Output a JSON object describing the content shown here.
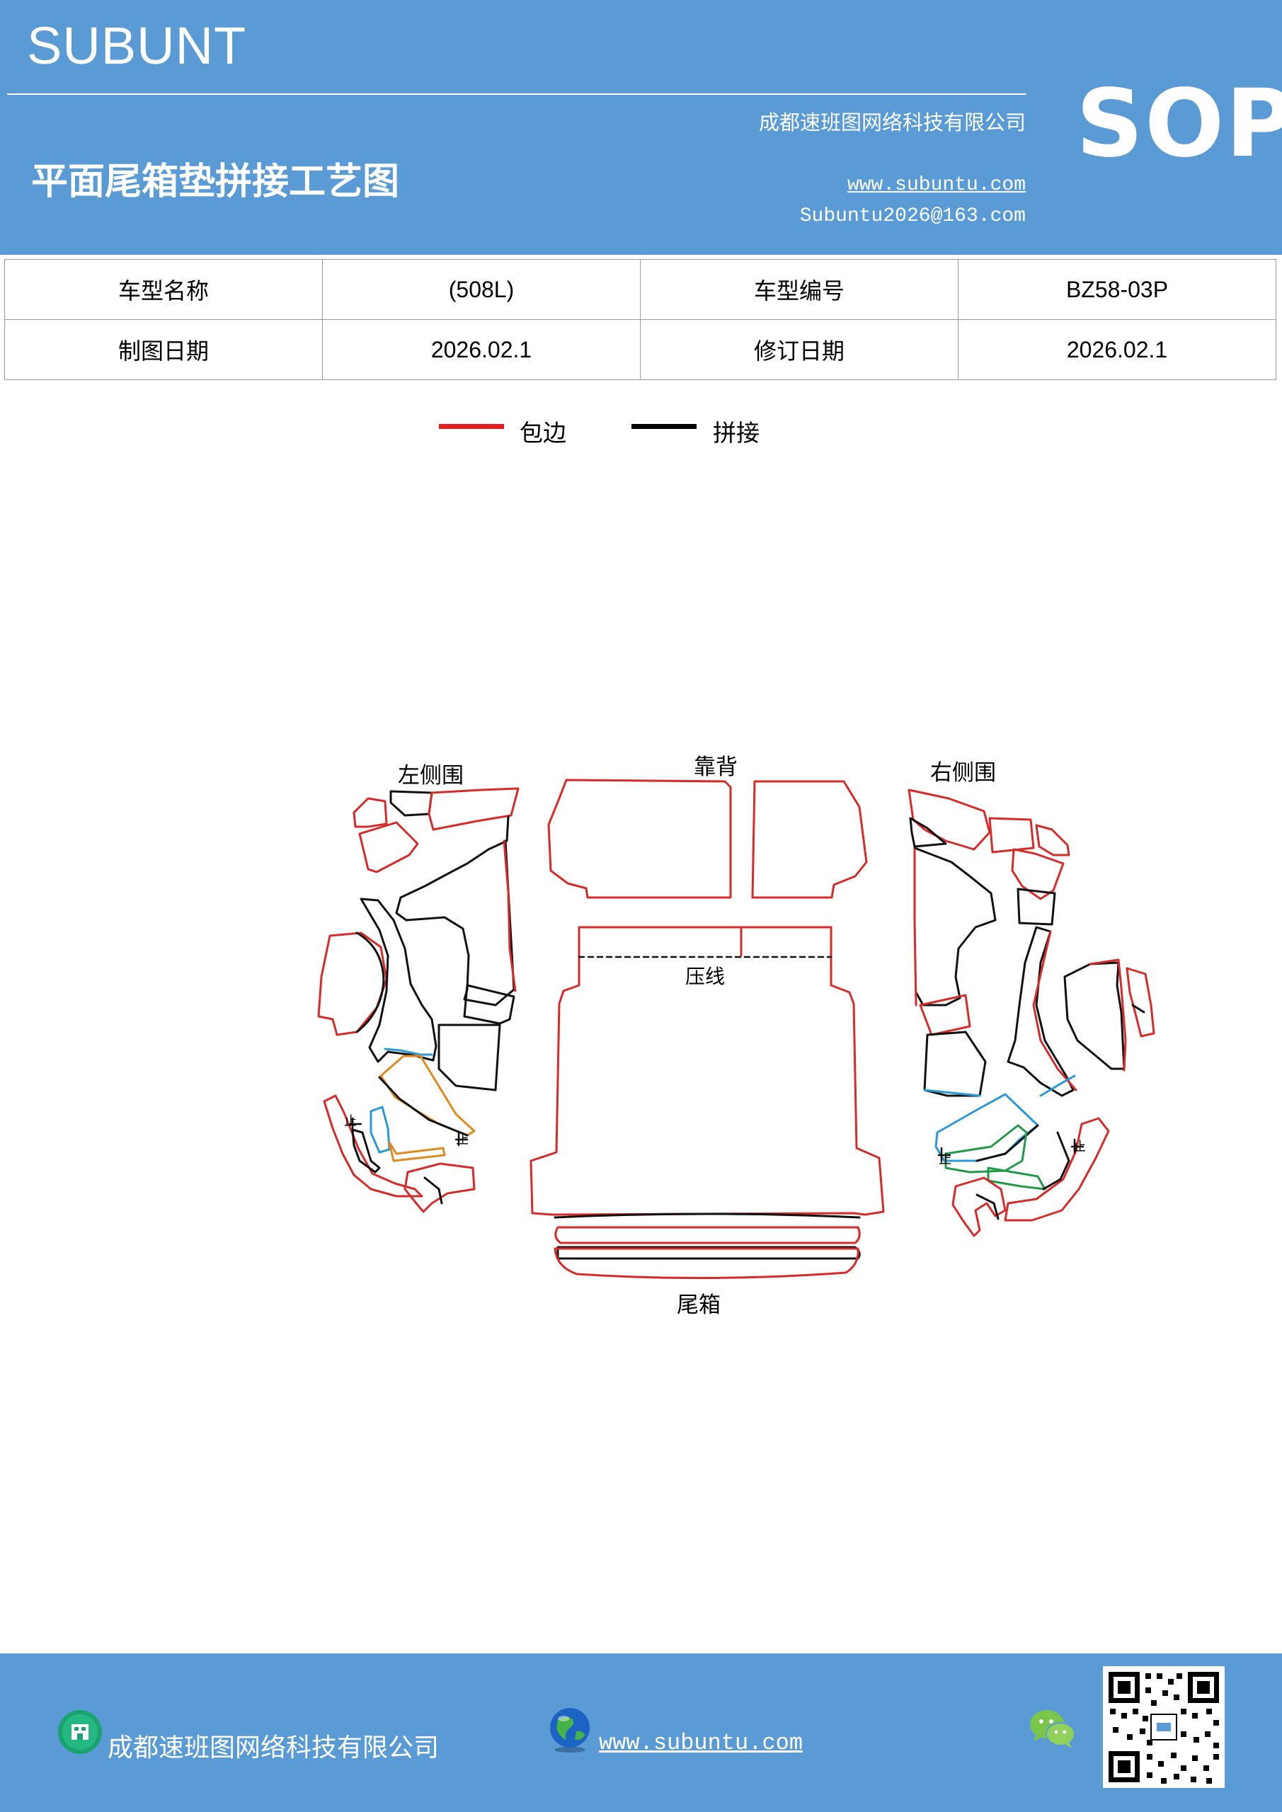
{
  "header": {
    "brand": "SUBUNT",
    "company": "成都速班图网络科技有限公司",
    "title": "平面尾箱垫拼接工艺图",
    "website": "www.subuntu.com",
    "email": "Subuntu2026@163.com",
    "badge": "SOP",
    "color": "#5b9bd5"
  },
  "info_table": {
    "rows": [
      [
        "车型名称",
        "(508L)",
        "车型编号",
        "BZ58-03P"
      ],
      [
        "制图日期",
        "2026.02.1",
        "修订日期",
        "2026.02.1"
      ]
    ]
  },
  "legend": [
    {
      "label": "包边",
      "color": "#e01c1c"
    },
    {
      "label": "拼接",
      "color": "#000000"
    }
  ],
  "diagram": {
    "left_label": "左侧围",
    "back_label": "靠背",
    "right_label": "右侧围",
    "press_label": "压线",
    "trunk_label": "尾箱",
    "stop_mark": "止",
    "colors": {
      "edge": "#d62b2b",
      "seam": "#111111",
      "blue": "#2a9ad6",
      "orange": "#e08a1e",
      "green": "#1f9a4a"
    }
  },
  "footer": {
    "company": "成都速班图网络科技有限公司",
    "website": "www.subuntu.com",
    "icons": [
      "building-icon",
      "globe-icon",
      "wechat-icon",
      "qr-code"
    ]
  }
}
